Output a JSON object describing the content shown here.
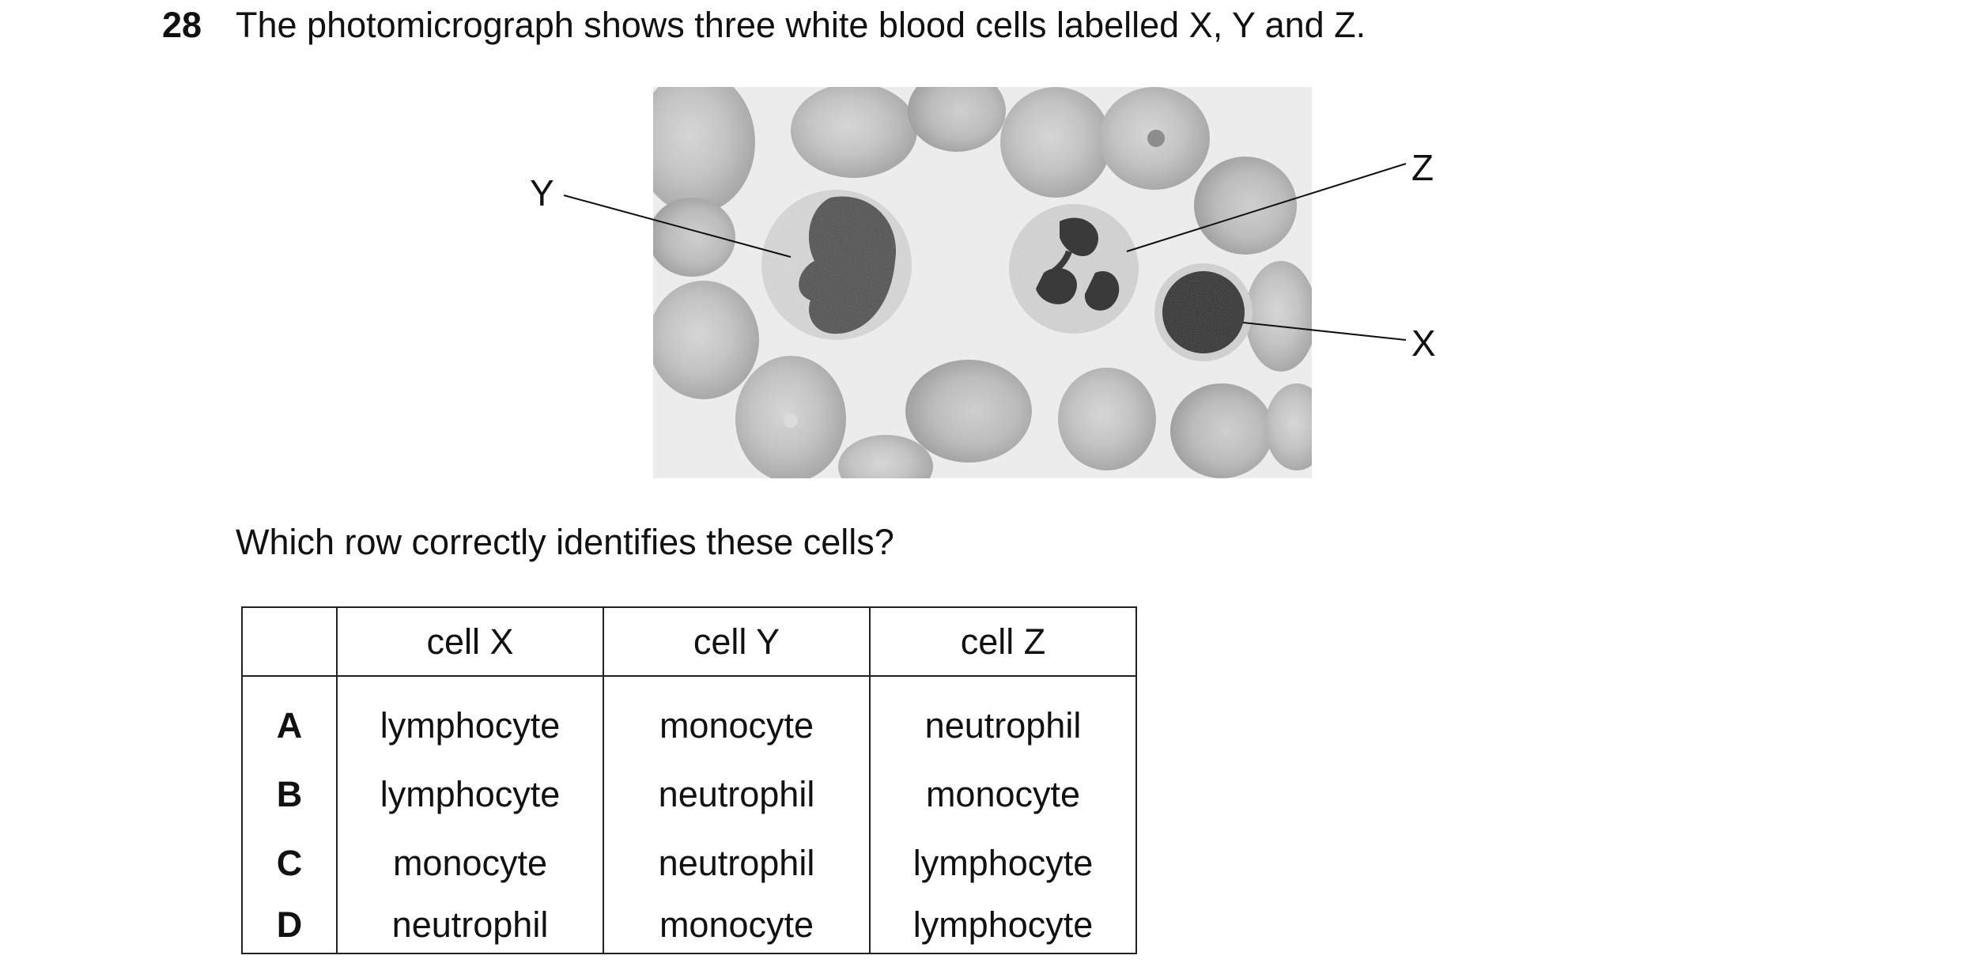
{
  "question": {
    "number": "28",
    "stem": "The photomicrograph shows three white blood cells labelled X, Y and Z.",
    "prompt": "Which row correctly identifies these cells?"
  },
  "figure": {
    "labels": {
      "y": "Y",
      "z": "Z",
      "x": "X"
    }
  },
  "table": {
    "headers": [
      "",
      "cell X",
      "cell Y",
      "cell Z"
    ],
    "rows": [
      {
        "key": "A",
        "x": "lymphocyte",
        "y": "monocyte",
        "z": "neutrophil"
      },
      {
        "key": "B",
        "x": "lymphocyte",
        "y": "neutrophil",
        "z": "monocyte"
      },
      {
        "key": "C",
        "x": "monocyte",
        "y": "neutrophil",
        "z": "lymphocyte"
      },
      {
        "key": "D",
        "x": "neutrophil",
        "y": "monocyte",
        "z": "lymphocyte"
      }
    ]
  }
}
